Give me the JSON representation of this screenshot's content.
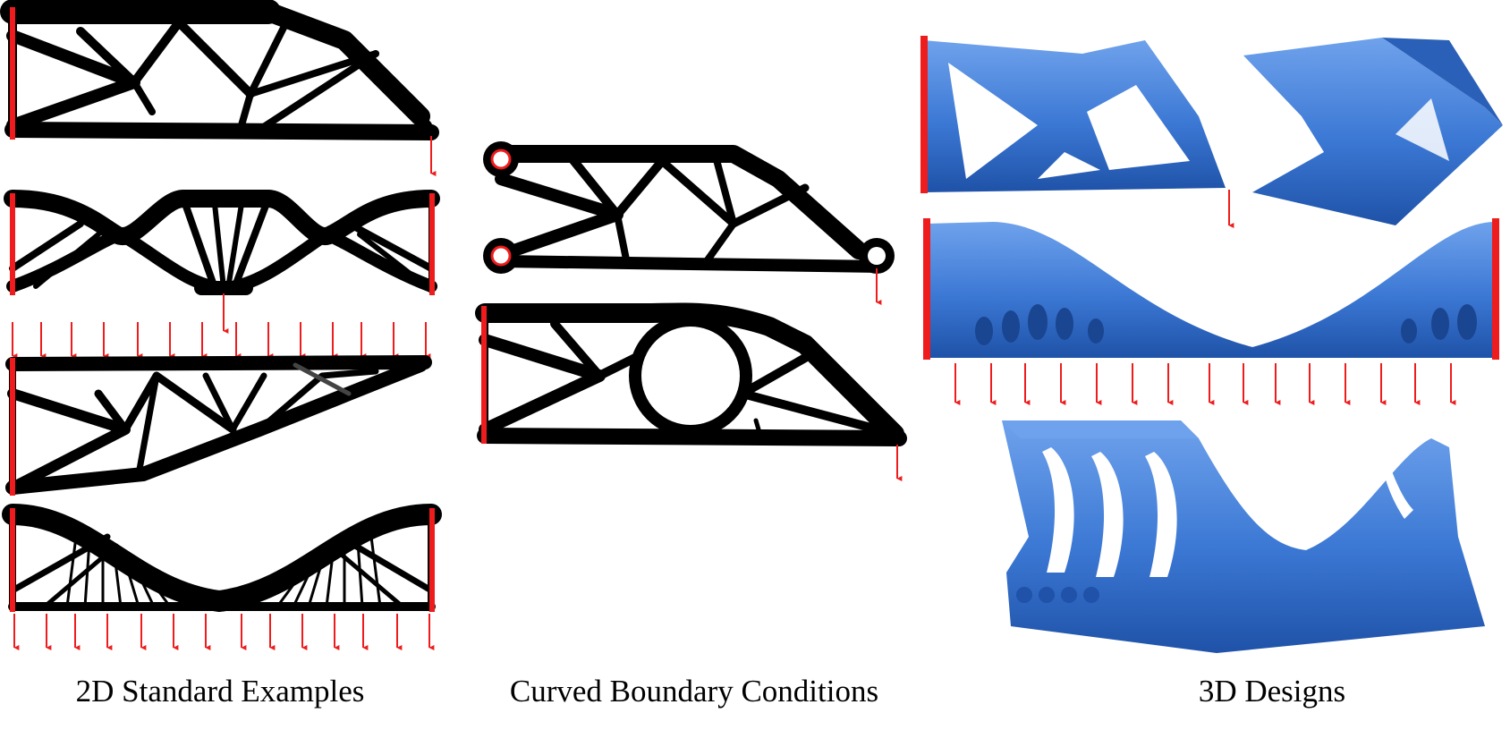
{
  "captions": {
    "standard_2d": "2D Standard Examples",
    "curved_boundary": "Curved Boundary Conditions",
    "designs_3d": "3D Designs"
  },
  "colors": {
    "structure": "#000000",
    "support": "#ee1c1c",
    "load": "#ee1c1c",
    "solid_3d": "#3b78d4",
    "solid_3d_shade": "#1f52a8",
    "solid_3d_highlight": "#6fa2ec"
  },
  "icons": {
    "support": "support-bar-icon",
    "load": "load-arrow-icon",
    "pin": "pin-circle-icon"
  }
}
